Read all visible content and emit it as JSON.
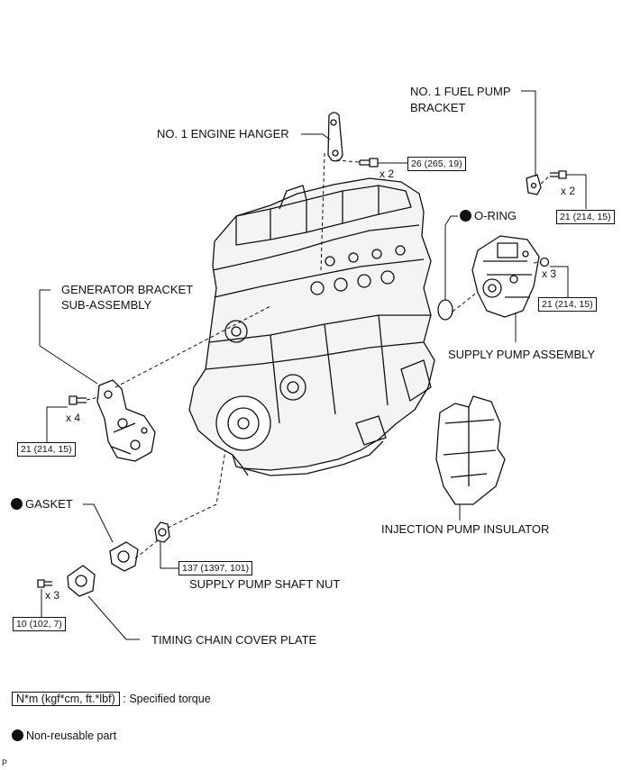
{
  "labels": {
    "engine_hanger": "NO. 1 ENGINE HANGER",
    "fuel_pump_bracket_line1": "NO. 1 FUEL PUMP",
    "fuel_pump_bracket_line2": "BRACKET",
    "o_ring": "O-RING",
    "generator_bracket_line1": "GENERATOR BRACKET",
    "generator_bracket_line2": "SUB-ASSEMBLY",
    "supply_pump_assembly": "SUPPLY PUMP ASSEMBLY",
    "gasket": "GASKET",
    "injection_pump_insulator": "INJECTION PUMP INSULATOR",
    "supply_pump_shaft_nut": "SUPPLY PUMP SHAFT NUT",
    "timing_chain_cover_plate": "TIMING CHAIN COVER PLATE"
  },
  "torques": {
    "engine_hanger_bolt": "26 (265, 19)",
    "fuel_pump_bracket_bolt": "21 (214, 15)",
    "supply_pump_nut": "21 (214, 15)",
    "generator_bracket_bolt": "21 (214, 15)",
    "shaft_nut": "137 (1397, 101)",
    "cover_plate_bolt": "10 (102, 7)"
  },
  "quantities": {
    "engine_hanger_bolt": "x 2",
    "fuel_pump_bracket_bolt": "x 2",
    "supply_pump_nut": "x 3",
    "generator_bracket_bolt": "x 4",
    "cover_plate_bolt": "x 3"
  },
  "legend": {
    "torque_units": "N*m (kgf*cm, ft.*lbf)",
    "torque_desc": ": Specified torque",
    "non_reusable": "Non-reusable part"
  },
  "corner_mark": "P"
}
